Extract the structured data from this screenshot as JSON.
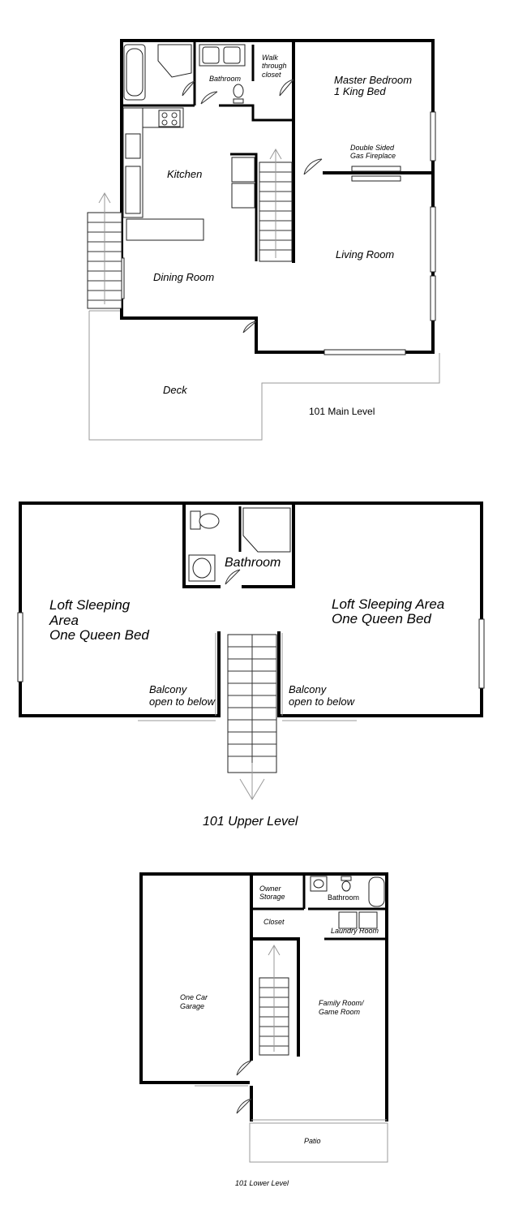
{
  "main_level": {
    "title": "101 Main Level",
    "rooms": {
      "bathroom": "Bathroom",
      "walk_through_closet": "Walk through closet",
      "master_bedroom": "Master Bedroom",
      "master_bed": "1 King Bed",
      "fireplace_line1": "Double Sided",
      "fireplace_line2": "Gas Fireplace",
      "kitchen": "Kitchen",
      "living_room": "Living Room",
      "dining_room": "Dining Room",
      "deck": "Deck"
    }
  },
  "upper_level": {
    "title": "101 Upper Level",
    "rooms": {
      "bathroom": "Bathroom",
      "loft_left_line1": "Loft Sleeping",
      "loft_left_line2": "Area",
      "loft_left_line3": "One Queen Bed",
      "loft_right_line1": "Loft Sleeping Area",
      "loft_right_line2": "One Queen Bed",
      "balcony_line1": "Balcony",
      "balcony_line2": "open to below"
    }
  },
  "lower_level": {
    "title": "101 Lower Level",
    "rooms": {
      "owner_storage_line1": "Owner",
      "owner_storage_line2": "Storage",
      "bathroom": "Bathroom",
      "closet": "Closet",
      "laundry_room": "Laundry Room",
      "garage_line1": "One Car",
      "garage_line2": "Garage",
      "family_room_line1": "Family Room/",
      "family_room_line2": "Game Room",
      "patio": "Patio"
    }
  }
}
